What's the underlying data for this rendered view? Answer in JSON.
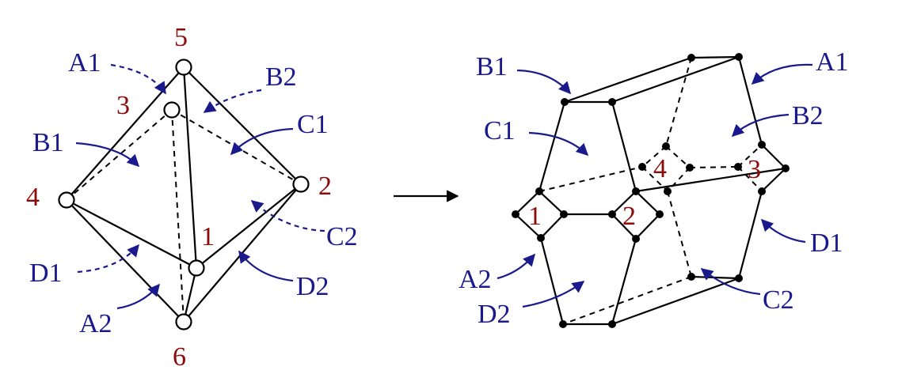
{
  "colors": {
    "face_label": "#1a1a8c",
    "vertex_label": "#8b0a0a",
    "edge": "#000000"
  },
  "octahedron": {
    "vertex_labels": {
      "v5": "5",
      "v3": "3",
      "v4": "4",
      "v2": "2",
      "v1": "1",
      "v6": "6"
    },
    "face_labels": {
      "A1": "A1",
      "B2": "B2",
      "B1": "B1",
      "C1": "C1",
      "C2": "C2",
      "D1": "D1",
      "D2": "D2",
      "A2": "A2"
    }
  },
  "truncated": {
    "vertex_labels": {
      "v1": "1",
      "v2": "2",
      "v3": "3",
      "v4": "4"
    },
    "face_labels": {
      "B1": "B1",
      "A1": "A1",
      "C1": "C1",
      "B2": "B2",
      "D1": "D1",
      "A2": "A2",
      "D2": "D2",
      "C2": "C2"
    }
  }
}
